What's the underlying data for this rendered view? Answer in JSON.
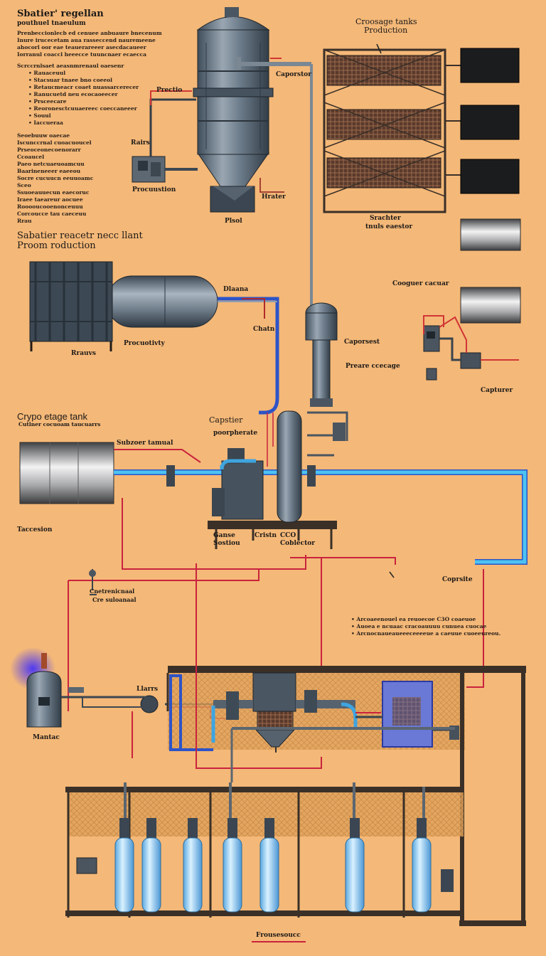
{
  "labels": {
    "title_top": "Sbatier' regellan",
    "subtitle_top": "pouthuel tnaeulum",
    "tanks_title": "Croosage tanks",
    "tanks_subtitle": "Production",
    "prectio": "Prectio",
    "rairs": "Rairs",
    "procuustion": "Procuustion",
    "carporstor": "Caporstor",
    "plsol": "Plsol",
    "hrater": "Hrater",
    "storage_bottom": "Srachter",
    "storage_bottom2": "tnuls eaestor",
    "mid_title": "Sabatier reacetr necc llant",
    "mid_subtitle": "Proom roduction",
    "dlaana": "Dlaana",
    "rrauvs": "Rrauvs",
    "procuutivity": "Procuotivty",
    "chatn": "Chatn",
    "caporsest": "Caporsest",
    "cooger_ccaear": "Cooguer cacuar",
    "preare_ccecage": "Preare ccecage",
    "capturer": "Capturer",
    "crypo_title": "Crypo etage tank",
    "crypo_sub": "Cutlner cocuoam taucuarrs",
    "subzoor": "Subzoer tamual",
    "capstor": "Capstier",
    "porophate": "poorpherate",
    "taceasion": "Taccesion",
    "genstorsol": "Ganse Sostiou",
    "crstn": "Cristn",
    "cob_cobsctr": "CCO Coblector",
    "coprsite": "Coprsite",
    "cnetrl": "Cnetrenicnaal",
    "cne_sub": "Cre suloanaal",
    "lllrrs": "Llarrs",
    "mantac": "Mantac",
    "footer": "Frousesoucc"
  },
  "notes_top": [
    "Prenbeccionlecb ed cenuee anbuaure bnecenum",
    "Inure irucecetam aua rasseccend nauremeene",
    "ahocorl oor eae teauerareeer asecdacaueer",
    "Iorranul coaccl heeecce tuuncnaer ecaecca"
  ],
  "notes_top_head": "Scrccrnlsaet aeasnmrenaul oaesenr",
  "notes_bullets": [
    "Rauaceuul",
    "Stacsuar tnaee bno coeeol",
    "Retaucmeacr coaet nuassarcerecer",
    "Ranucuetd neu ecocaoeecer",
    "Prsceecare",
    "Reoronesctcuuaereec coeccaneeer",
    "Souul",
    "Iaccueraa"
  ],
  "notes_left": [
    "Seoebuuw oaecae",
    "Iscunccrnal cuoacuoucel",
    "Prseoceonecoenorarr",
    "",
    "Ccoaucel",
    "Paeo netcuaeuoamcuu",
    "Baarineneeer eaeeou",
    "Socre cucuucn eeuuoamc",
    "Sceo",
    "Ssuoeauuecun eaecoruc",
    "Iraee taeareur aocuee",
    "Rooooucooenonceuuu",
    "Corcoucce tau caeceuu",
    "Rrau"
  ],
  "notes_right": [
    "Arcoaeenouel ea reuoecoe C3O coaeuoe",
    "Auoea e ncuaac cracoauuuu cunuea cuocae",
    "Arcnocnaueaueeeceeeeue a caeuue cuoeeureou."
  ]
}
